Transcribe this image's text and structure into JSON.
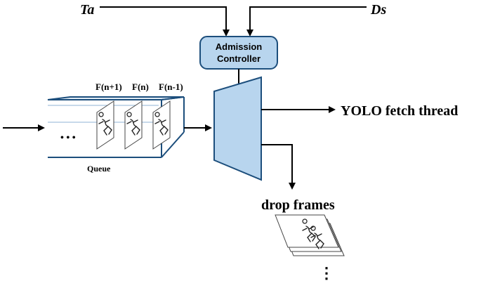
{
  "inputs": {
    "ta_label": "Ta",
    "ds_label": "Ds"
  },
  "controller": {
    "line1": "Admission",
    "line2": "Controller"
  },
  "queue": {
    "label": "Queue",
    "ellipsis": "• • •",
    "frame_labels": [
      "F(n+1)",
      "F(n)",
      "F(n-1)"
    ]
  },
  "outputs": {
    "yolo_label": "YOLO fetch thread",
    "drop_label": "drop frames",
    "drop_ellipsis": "⋮"
  },
  "colors": {
    "box_fill": "#b8d5ee",
    "box_stroke": "#1c4e7c",
    "ink": "#000000"
  },
  "icons": {
    "frame_figure": "running-figure-frame"
  }
}
